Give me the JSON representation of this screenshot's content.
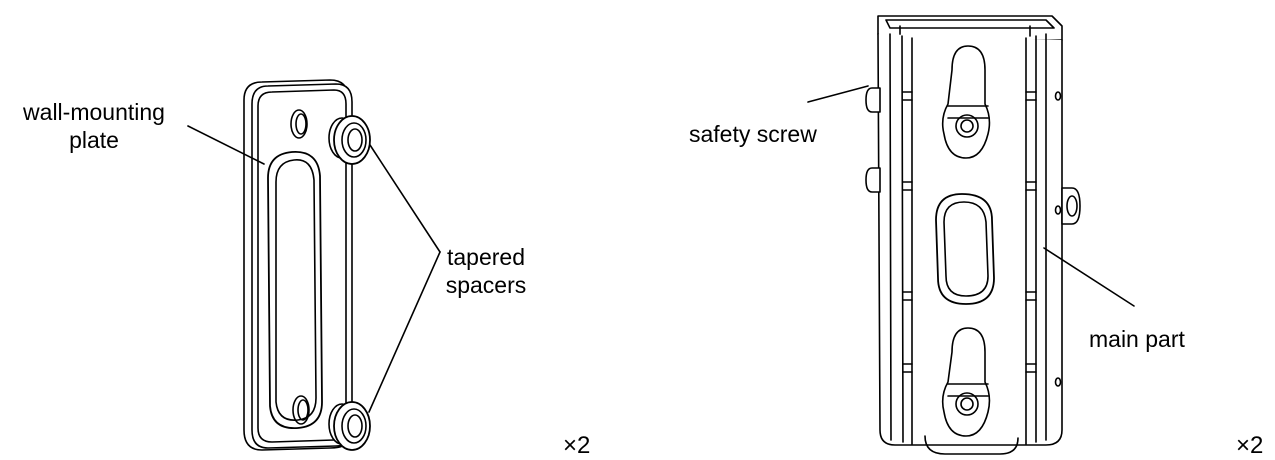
{
  "labels": {
    "wall_plate": [
      "wall-mounting",
      "plate"
    ],
    "spacers": [
      "tapered",
      "spacers"
    ],
    "safety_screw": "safety screw",
    "main_part": "main part"
  },
  "quantities": {
    "left": "×2",
    "right": "×2"
  },
  "colors": {
    "line": "#000000",
    "fill": "#ffffff",
    "shade": "#f2f2f2"
  }
}
